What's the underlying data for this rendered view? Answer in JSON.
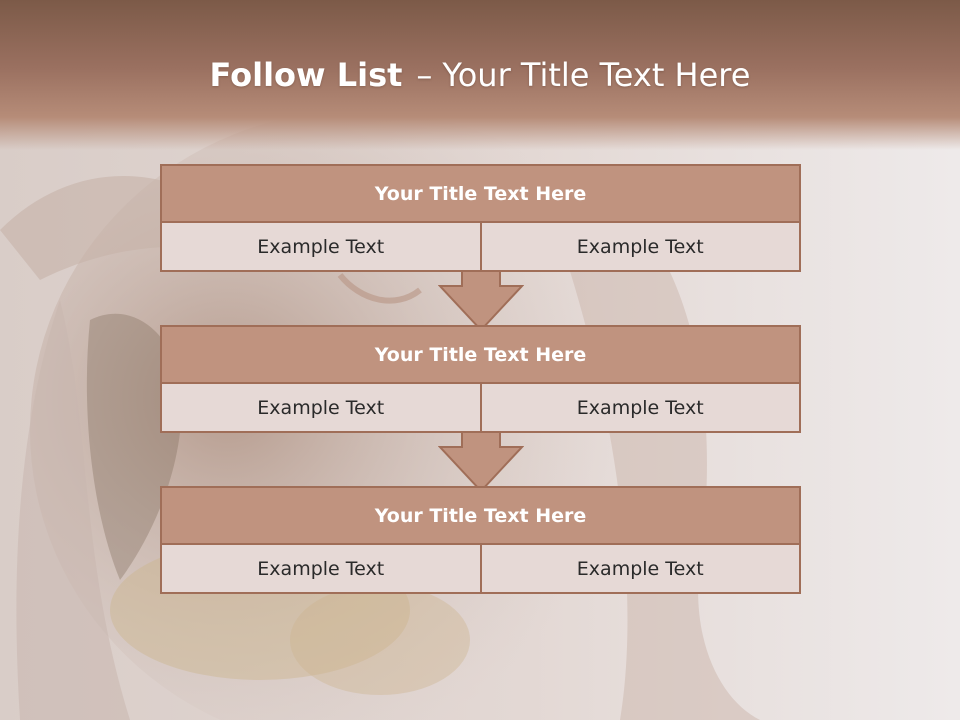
{
  "slide": {
    "title_bold": "Follow List",
    "title_dash": "–",
    "title_rest": "Your Title Text Here"
  },
  "blocks": [
    {
      "heading": "Your Title Text Here",
      "cells": [
        "Example Text",
        "Example Text"
      ]
    },
    {
      "heading": "Your Title Text Here",
      "cells": [
        "Example Text",
        "Example Text"
      ]
    },
    {
      "heading": "Your Title Text Here",
      "cells": [
        "Example Text",
        "Example Text"
      ]
    }
  ],
  "colors": {
    "header_band": "#9a7060",
    "block_heading": "#c0937f",
    "block_border": "#a06e58",
    "cell_fill": "#e6d9d6",
    "arrow_fill": "#c0937f"
  }
}
